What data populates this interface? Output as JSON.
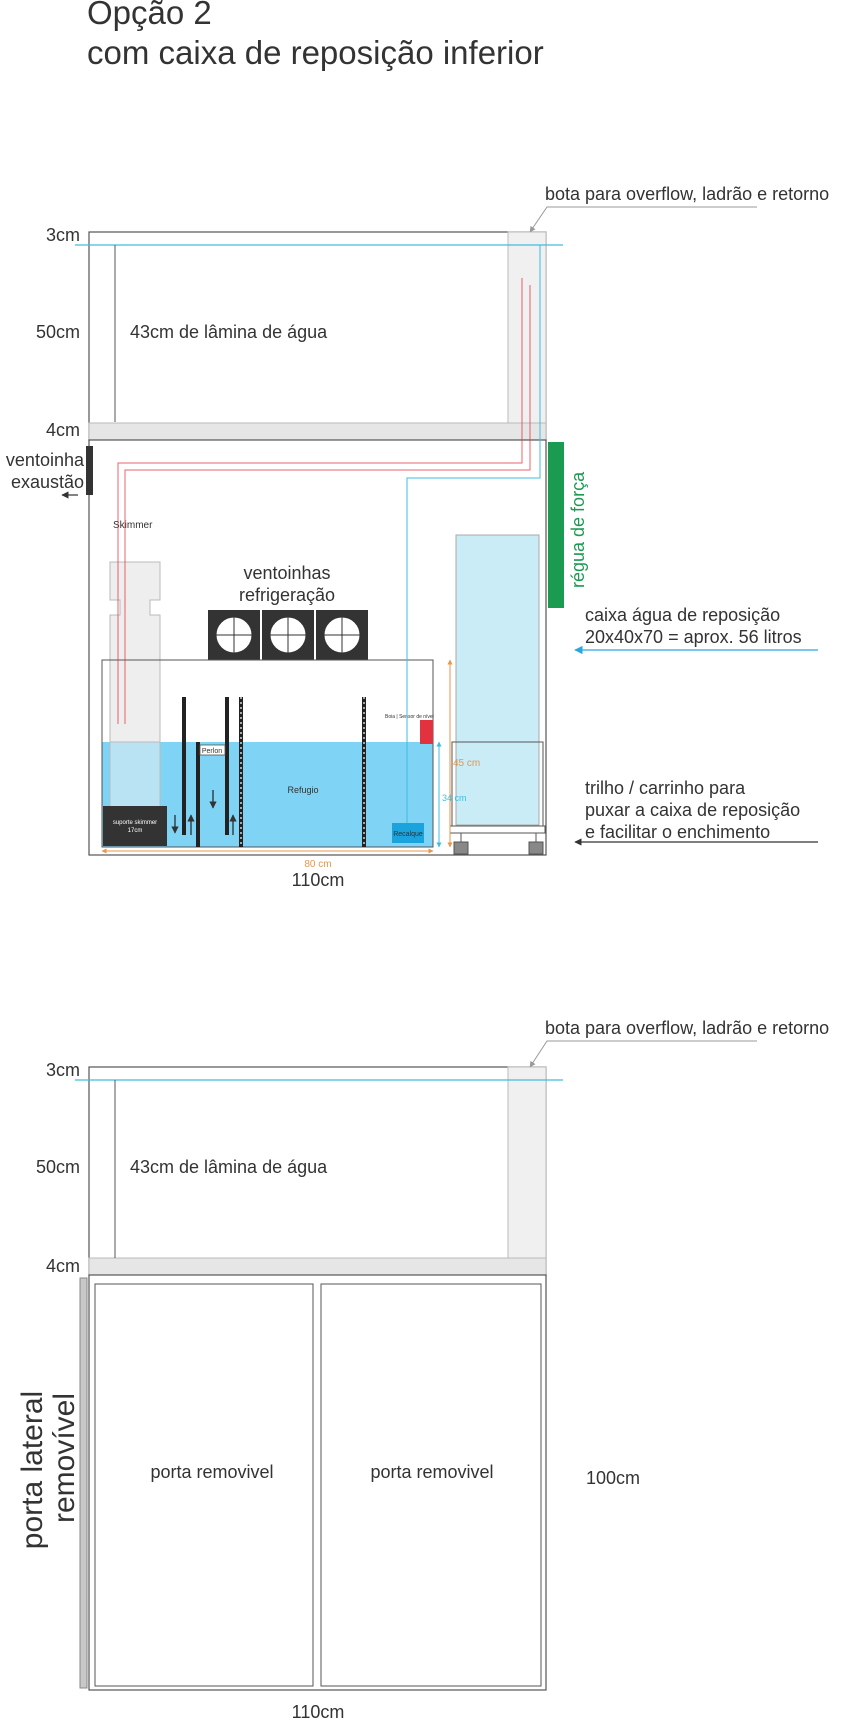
{
  "title": {
    "line1": "Opção 2",
    "line2": "com caixa de reposição inferior"
  },
  "colors": {
    "line": "#555555",
    "water": "#7fd3f5",
    "cyan": "#3dbde0",
    "green": "#1b9a52",
    "red": "#e2323f",
    "orange": "#e8964a",
    "blueArrow": "#2aa7e0",
    "lightBox": "#c9ecf7",
    "boot": "#f0f0f0",
    "dark": "#333333",
    "pump": "#1aa3dc"
  },
  "top": {
    "label_boot": "bota para overflow, ladrão e retorno",
    "dim_3cm": "3cm",
    "dim_50cm": "50cm",
    "dim_4cm": "4cm",
    "water_depth": "43cm de lâmina de água",
    "fan_exhaust_l1": "ventoinha",
    "fan_exhaust_l2": "exaustão",
    "skimmer": "Skimmer",
    "fans_l1": "ventoinhas",
    "fans_l2": "refrigeração",
    "power_strip": "régua de força",
    "reservoir_l1": "caixa água de reposição",
    "reservoir_l2": "20x40x70 = aprox. 56 litros",
    "float_sensor": "Boia | Sensor de nível",
    "perlon": "Perlon",
    "refugio": "Refugio",
    "skimmer_support_l1": "suporte skimmer",
    "skimmer_support_l2": "17cm",
    "return_pump": "Recalque",
    "dim_45cm": "45 cm",
    "dim_34cm": "34 cm",
    "dim_80cm": "80 cm",
    "dim_110cm": "110cm",
    "trolley_l1": "trilho / carrinho para",
    "trolley_l2": "puxar a caixa de reposição",
    "trolley_l3": "e facilitar o enchimento"
  },
  "bottom": {
    "label_boot": "bota para overflow, ladrão e retorno",
    "dim_3cm": "3cm",
    "dim_50cm": "50cm",
    "dim_4cm": "4cm",
    "water_depth": "43cm de lâmina de água",
    "side_door_l1": "porta lateral",
    "side_door_l2": "removível",
    "door_left": "porta removivel",
    "door_right": "porta removivel",
    "dim_100cm": "100cm",
    "dim_110cm": "110cm"
  }
}
